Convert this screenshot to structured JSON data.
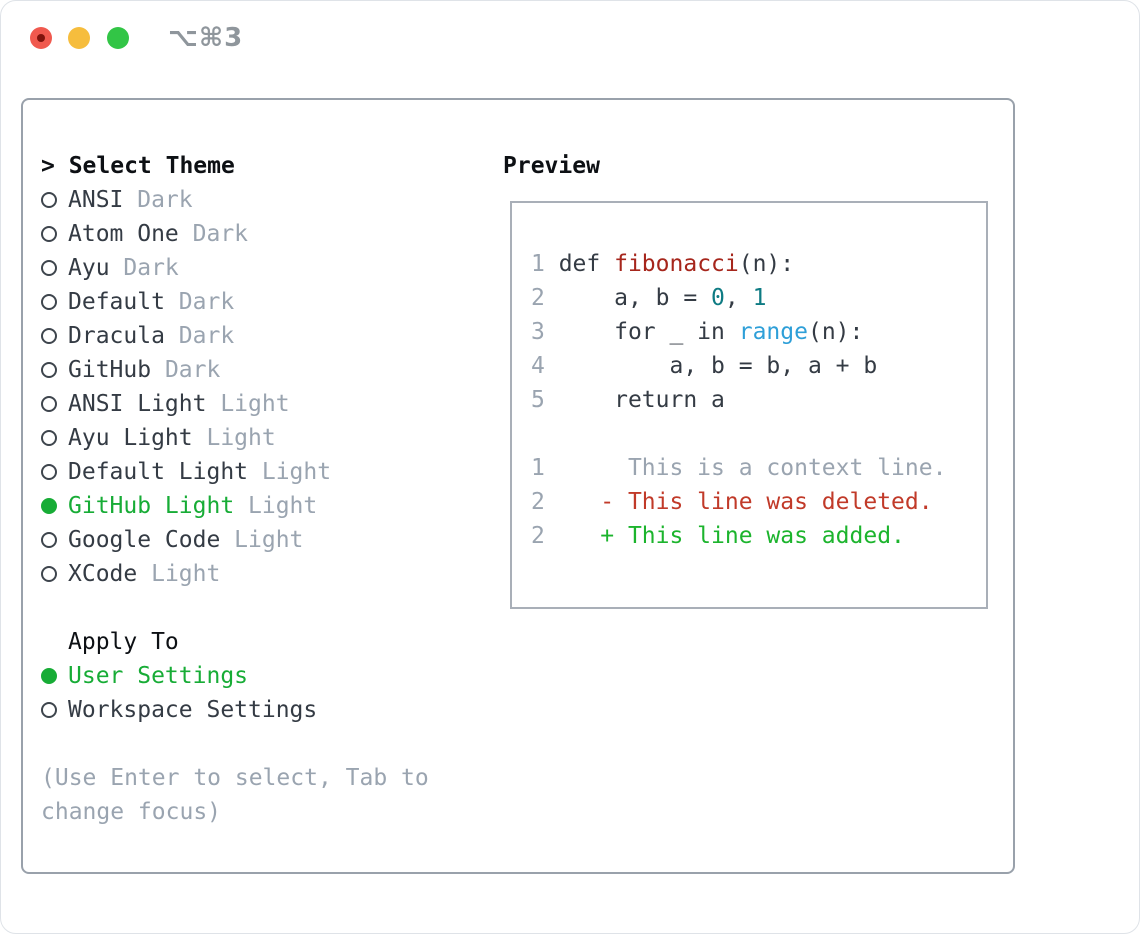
{
  "window": {
    "shortcut": "⌥⌘3"
  },
  "colors": {
    "fg": "#343b44",
    "heading": "#0d1014",
    "muted": "#9aa4b0",
    "accent_green": "#17ac36",
    "added_green": "#1cb42d",
    "deleted_red": "#c13a29",
    "function_red": "#a6261c",
    "number_teal": "#0e7b83",
    "builtin_blue": "#2e9fd8",
    "panel_border": "#99a1ab",
    "preview_border": "#a9afb8",
    "traffic_red": "#f0594e",
    "traffic_red_dot": "#7f130c",
    "traffic_yellow": "#f6bd3d",
    "traffic_green": "#32c546",
    "shortcut_gray": "#8f969c"
  },
  "theme_picker": {
    "title_prefix": ">",
    "title": "Select Theme",
    "items": [
      {
        "name": "ANSI",
        "variant": "Dark",
        "selected": false
      },
      {
        "name": "Atom One",
        "variant": "Dark",
        "selected": false
      },
      {
        "name": "Ayu",
        "variant": "Dark",
        "selected": false
      },
      {
        "name": "Default",
        "variant": "Dark",
        "selected": false
      },
      {
        "name": "Dracula",
        "variant": "Dark",
        "selected": false
      },
      {
        "name": "GitHub",
        "variant": "Dark",
        "selected": false
      },
      {
        "name": "ANSI Light",
        "variant": "Light",
        "selected": false
      },
      {
        "name": "Ayu Light",
        "variant": "Light",
        "selected": false
      },
      {
        "name": "Default Light",
        "variant": "Light",
        "selected": false
      },
      {
        "name": "GitHub Light",
        "variant": "Light",
        "selected": true
      },
      {
        "name": "Google Code",
        "variant": "Light",
        "selected": false
      },
      {
        "name": "XCode",
        "variant": "Light",
        "selected": false
      }
    ],
    "apply_to": {
      "title": "Apply To",
      "options": [
        {
          "name": "User Settings",
          "selected": true
        },
        {
          "name": "Workspace Settings",
          "selected": false
        }
      ]
    },
    "help_lines": [
      "(Use Enter to select, Tab to",
      "change focus)"
    ]
  },
  "preview": {
    "title": "Preview",
    "lines": [
      {
        "num": "1",
        "tokens": [
          {
            "t": " def ",
            "c": "fg"
          },
          {
            "t": "fibonacci",
            "c": "func"
          },
          {
            "t": "(n):",
            "c": "fg"
          }
        ]
      },
      {
        "num": "2",
        "tokens": [
          {
            "t": "     a, b = ",
            "c": "fg"
          },
          {
            "t": "0",
            "c": "num"
          },
          {
            "t": ", ",
            "c": "fg"
          },
          {
            "t": "1",
            "c": "num"
          }
        ]
      },
      {
        "num": "3",
        "tokens": [
          {
            "t": "     for _ in ",
            "c": "fg"
          },
          {
            "t": "range",
            "c": "builtin"
          },
          {
            "t": "(n):",
            "c": "fg"
          }
        ]
      },
      {
        "num": "4",
        "tokens": [
          {
            "t": "         a, b = b, a + b",
            "c": "fg"
          }
        ]
      },
      {
        "num": "5",
        "tokens": [
          {
            "t": "     return a",
            "c": "fg"
          }
        ]
      },
      {
        "num": "",
        "tokens": []
      },
      {
        "num": "1",
        "tokens": [
          {
            "t": "      This is a context line.",
            "c": "ctx"
          }
        ]
      },
      {
        "num": "2",
        "tokens": [
          {
            "t": "    - This line was deleted.",
            "c": "del"
          }
        ]
      },
      {
        "num": "2",
        "tokens": [
          {
            "t": "    + This line was added.",
            "c": "add"
          }
        ]
      }
    ]
  }
}
